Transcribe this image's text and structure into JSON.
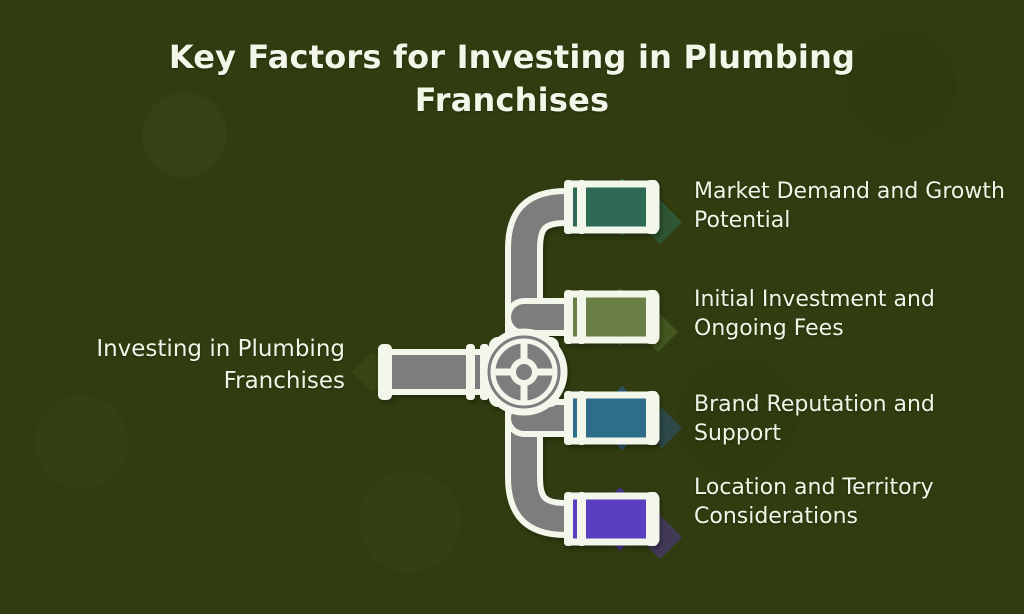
{
  "title": "Key Factors for Investing in Plumbing Franchises",
  "root": {
    "label": "Investing in Plumbing Franchises"
  },
  "branches": [
    {
      "label": "Market Demand and Growth Potential",
      "connector_color": "#2f6a56",
      "accent_shape_color": "#35806a",
      "icon": "pipe-connector-icon"
    },
    {
      "label": "Initial Investment and Ongoing Fees",
      "connector_color": "#6b7f45",
      "accent_shape_color": "#54702c",
      "icon": "pipe-connector-icon"
    },
    {
      "label": "Brand Reputation and Support",
      "connector_color": "#2d6e8a",
      "accent_shape_color": "#2b5f94",
      "icon": "pipe-connector-icon"
    },
    {
      "label": "Location and Territory Considerations",
      "connector_color": "#5a3fc0",
      "accent_shape_color": "#4a2fb5",
      "icon": "pipe-connector-icon"
    }
  ],
  "diagram": {
    "valve_icon": "valve-wheel-icon",
    "pipe_body_color": "#7d7d7d",
    "pipe_outline_color": "#f3f6ea",
    "background_color": "#313d10",
    "text_color": "#f1f5e7"
  }
}
